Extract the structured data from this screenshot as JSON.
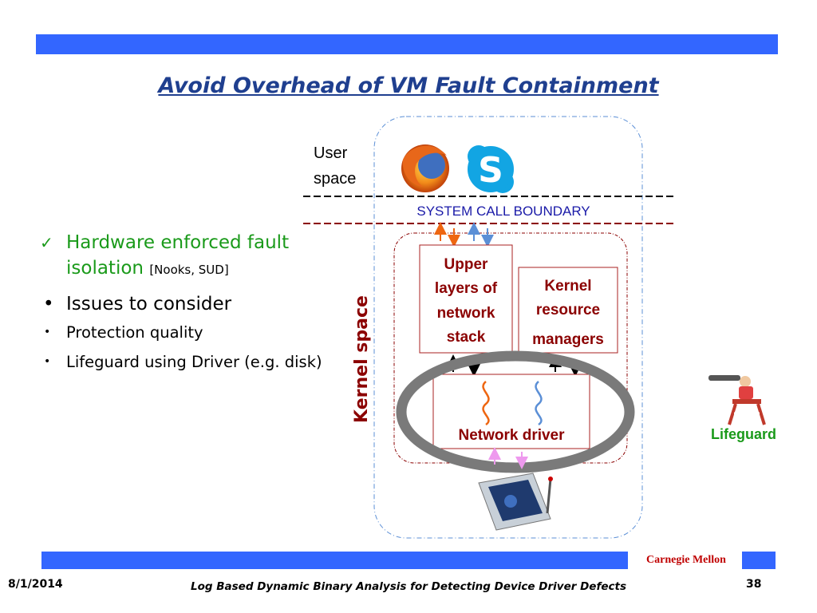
{
  "slide": {
    "title": "Avoid Overhead of VM Fault Containment",
    "bullets": {
      "b1_text": "Hardware enforced fault isolation",
      "b1_ref": "[Nooks, SUD]",
      "b2_text": "Issues to consider",
      "sub": [
        "Protection quality",
        "Lifeguard using Driver (e.g. disk)"
      ]
    },
    "footer": {
      "date": "8/1/2014",
      "center": "Log Based Dynamic Binary Analysis for Detecting Device Driver Defects",
      "page": "38",
      "org": "Carnegie Mellon"
    }
  },
  "diagram": {
    "user_space": [
      "User",
      "space"
    ],
    "syscall_boundary": "SYSTEM CALL BOUNDARY",
    "kernel_space": "Kernel space",
    "upper_layers": [
      "Upper",
      "layers of",
      "network",
      "stack"
    ],
    "kernel_resource": [
      "Kernel",
      "resource",
      "managers"
    ],
    "network_driver": "Network driver",
    "lifeguard": "Lifeguard",
    "colors": {
      "accent_blue": "#3366ff",
      "title_blue": "#1f3f8f",
      "green": "#1a9a1a",
      "dark_red": "#8b0000",
      "boundary_blue": "#1a1aa8"
    },
    "icons": [
      "firefox-icon",
      "skype-icon",
      "wireless-card-icon",
      "lifeguard-icon"
    ]
  }
}
